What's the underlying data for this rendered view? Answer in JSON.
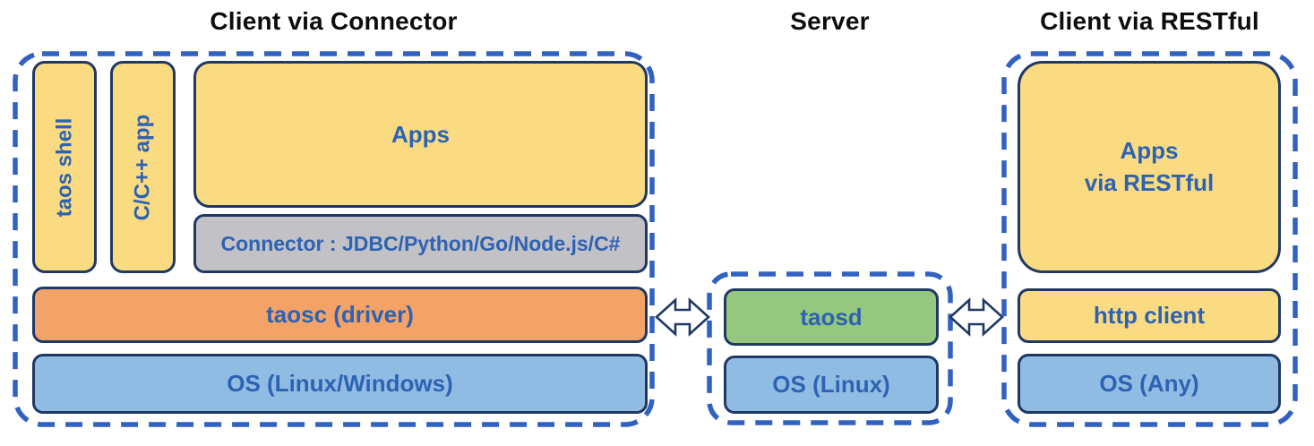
{
  "colors": {
    "yellow": "#FBDB82",
    "gray": "#C2C2C6",
    "orange": "#F3A368",
    "blue": "#90BCE4",
    "green": "#95C77F",
    "box_border": "#1F3864",
    "dashed_border": "#3161C1",
    "label_blue": "#2E62B2",
    "title_color": "#0D0D0D"
  },
  "sections": {
    "connector_client": {
      "title": "Client via Connector",
      "taos_shell_label": "taos shell",
      "cpp_app_label": "C/C++ app",
      "apps_label": "Apps",
      "connector_label": "Connector : JDBC/Python/Go/Node.js/C#",
      "taosc_label": "taosc (driver)",
      "os_label": "OS (Linux/Windows)"
    },
    "server": {
      "title": "Server",
      "taosd_label": "taosd",
      "os_label": "OS (Linux)"
    },
    "restful_client": {
      "title": "Client via RESTful",
      "apps_label": "Apps\nvia RESTful",
      "http_client_label": "http client",
      "os_label": "OS (Any)"
    }
  }
}
